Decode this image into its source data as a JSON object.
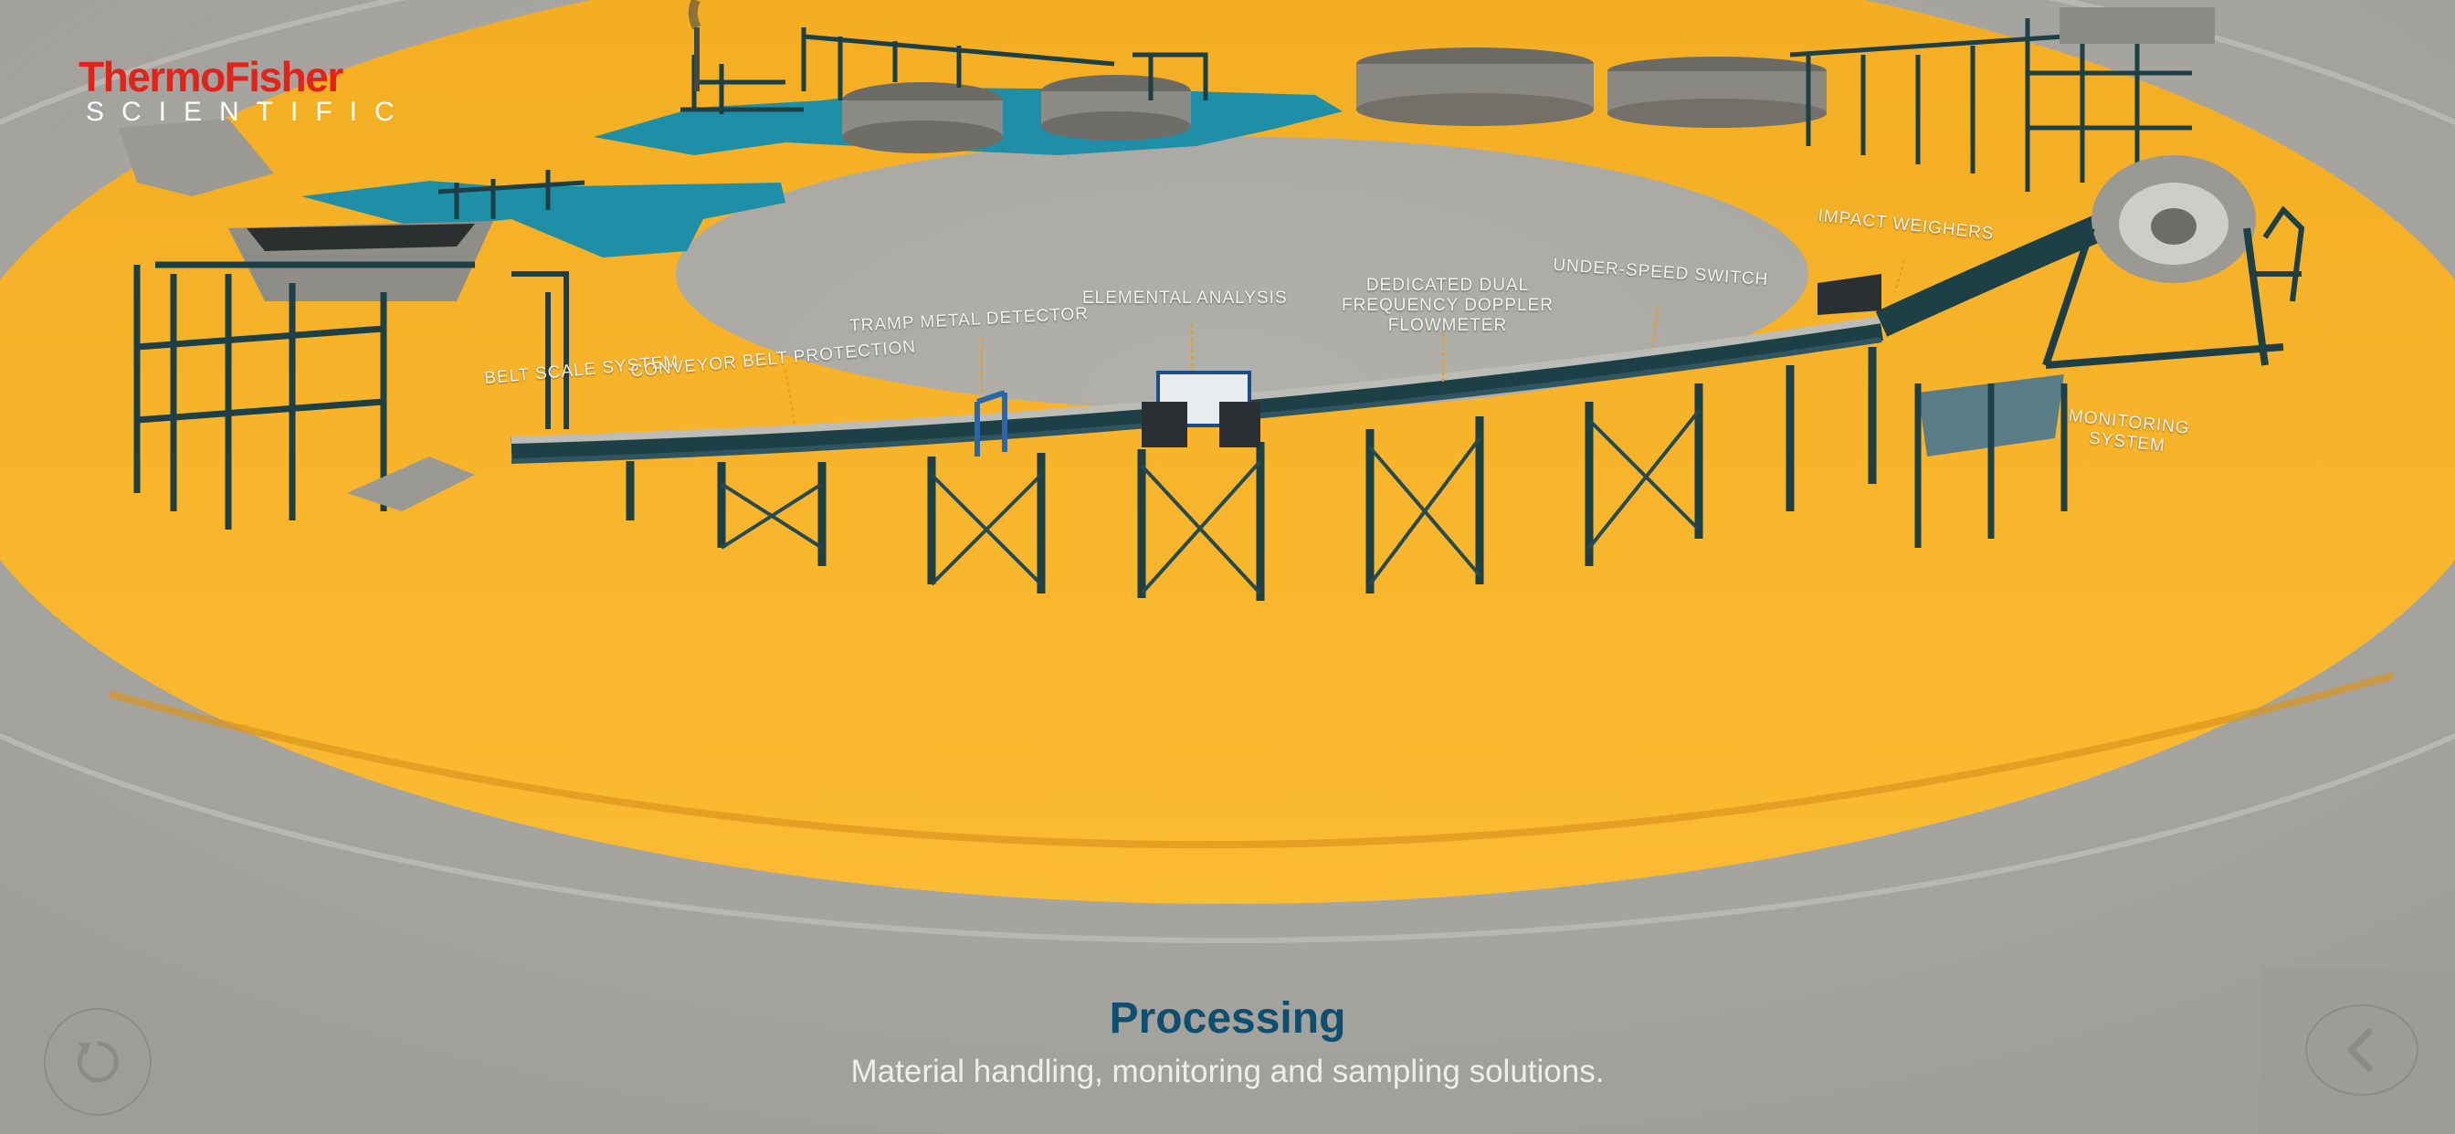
{
  "brand": {
    "name": "ThermoFisher",
    "sub": "SCIENTIFIC"
  },
  "labels": {
    "belt_scale": "BELT SCALE SYSTEM",
    "conveyor_belt_protection": "CONVEYOR BELT PROTECTION",
    "tramp_metal": "TRAMP METAL DETECTOR",
    "elemental_analysis": "ELEMENTAL ANALYSIS",
    "doppler_line1": "DEDICATED DUAL",
    "doppler_line2": "FREQUENCY DOPPLER",
    "doppler_line3": "FLOWMETER",
    "under_speed": "UNDER-SPEED SWITCH",
    "impact_weighers": "IMPACT WEIGHERS",
    "monitoring_line1": "MONITORING",
    "monitoring_line2": "SYSTEM"
  },
  "footer": {
    "title": "Processing",
    "subtitle": "Material handling, monitoring and sampling solutions."
  },
  "colors": {
    "background": "#a9a7a2",
    "ring": "#f7b52c",
    "pond": "#1f8fa8",
    "steel": "#1d3f46",
    "title": "#0e4e6e",
    "brand_red": "#e2231a"
  },
  "icons": {
    "reset": "reset-icon",
    "back": "chevron-left-icon"
  }
}
